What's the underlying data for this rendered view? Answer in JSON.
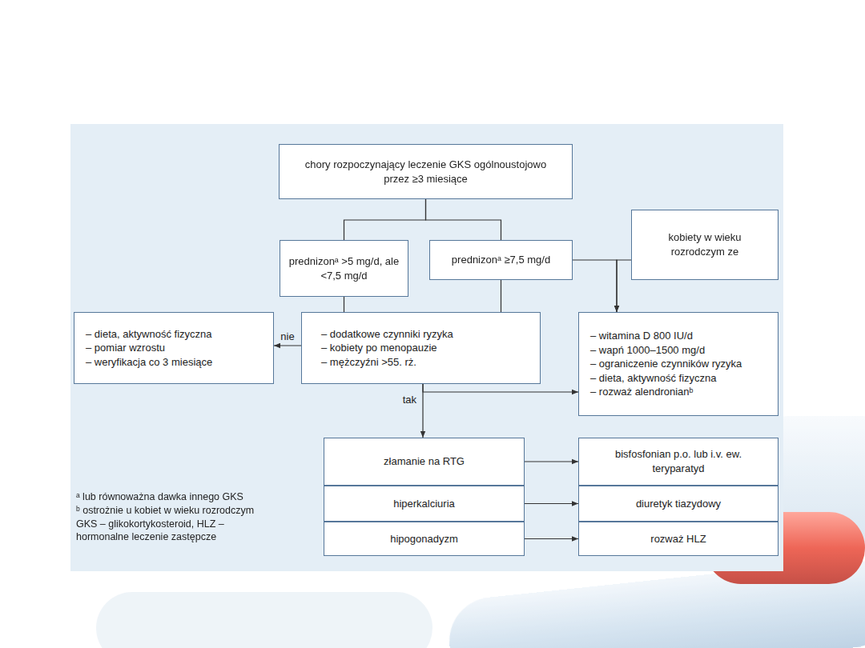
{
  "diagram": {
    "nodes": [
      {
        "text": [
          "chory rozpoczynający leczenie GKS ogólnoustojowo przez ≥3 miesiące"
        ]
      },
      {
        "text": [
          "prednizonᵃ >5 mg/d, ale <7,5 mg/d"
        ]
      },
      {
        "text": [
          "prednizonᵃ ≥7,5 mg/d"
        ]
      },
      {
        "text": [
          "kobiety w wieku rozrodczym ze"
        ]
      },
      {
        "text": [
          "– dieta, aktywność fizyczna",
          "– pomiar wzrostu",
          "– weryfikacja co 3 miesiące"
        ]
      },
      {
        "text": [
          "– dodatkowe czynniki ryzyka",
          "– kobiety po menopauzie",
          "– mężczyźni >55. rż."
        ]
      },
      {
        "text": [
          "– witamina D 800 IU/d",
          "– wapń 1000–1500 mg/d",
          "– ograniczenie czynników ryzyka",
          "– dieta, aktywność fizyczna",
          "– rozważ alendronianᵇ"
        ]
      },
      {
        "text": [
          "złamanie na RTG"
        ]
      },
      {
        "text": [
          "hiperkalciuria"
        ]
      },
      {
        "text": [
          "hipogonadyzm"
        ]
      },
      {
        "text": [
          "bisfosfonian p.o. lub i.v. ew. teryparatyd"
        ]
      },
      {
        "text": [
          "diuretyk tiazydowy"
        ]
      },
      {
        "text": [
          "rozważ HLZ"
        ]
      }
    ],
    "edges": [
      {
        "from": 0,
        "to": 1,
        "arrow": "none"
      },
      {
        "from": 0,
        "to": 2,
        "arrow": "none"
      },
      {
        "from": 1,
        "to": 5,
        "arrow": "none"
      },
      {
        "from": 2,
        "to": 5,
        "arrow": "none"
      },
      {
        "from": 2,
        "to": 6,
        "arrow": "to"
      },
      {
        "from": 3,
        "to": 6,
        "arrow": "to"
      },
      {
        "from": 5,
        "to": 4,
        "label": "nie",
        "arrow": "to"
      },
      {
        "from": 5,
        "to": 7,
        "label": "tak",
        "arrow": "to"
      },
      {
        "from": 5,
        "to": 6,
        "arrow": "to"
      },
      {
        "from": 7,
        "to": 10,
        "arrow": "to"
      },
      {
        "from": 8,
        "to": 11,
        "arrow": "to"
      },
      {
        "from": 9,
        "to": 12,
        "arrow": "to"
      }
    ],
    "labels": [
      "ᵃ lub równoważna dawka innego GKS",
      "ᵇ ostrożnie u kobiet w wieku rozrodczym",
      "GKS – glikokortykosteroid, HLZ – hormonalne leczenie zastępcze"
    ]
  }
}
